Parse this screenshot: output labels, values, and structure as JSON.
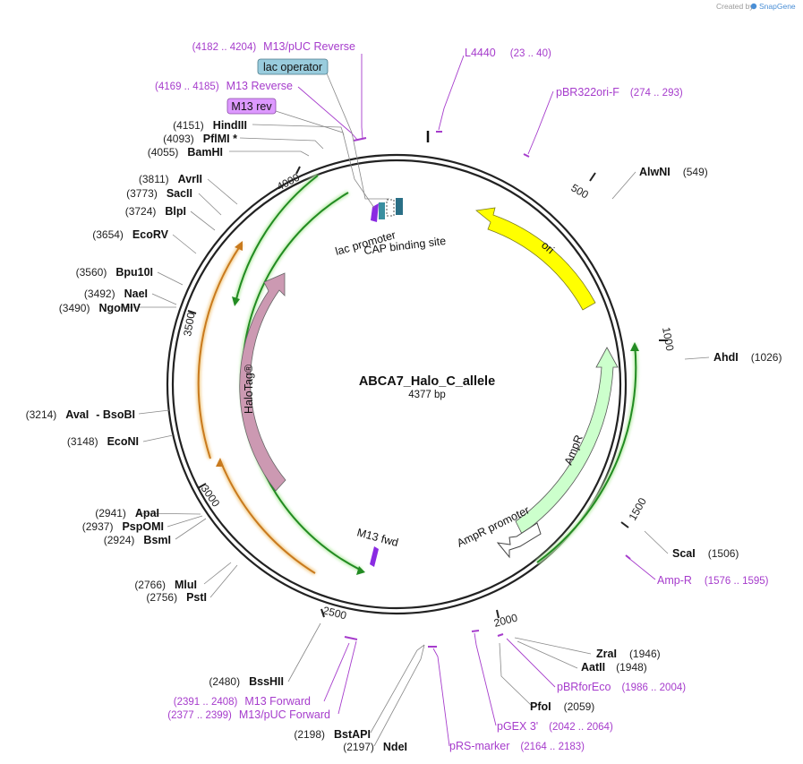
{
  "credit": {
    "prefix": "Created by",
    "brand": "SnapGene"
  },
  "plasmid": {
    "name": "ABCA7_Halo_C_allele",
    "length_label": "4377 bp"
  },
  "ticks": [
    "500",
    "1000",
    "1500",
    "2000",
    "2500",
    "3000",
    "3500",
    "4000"
  ],
  "features": {
    "ori": "ori",
    "ampr": "AmpR",
    "ampr_promoter": "AmpR promoter",
    "halotag": "HaloTag®",
    "lac_promoter": "lac promoter",
    "cap_site": "CAP binding site",
    "m13_fwd": "M13 fwd"
  },
  "boxed_labels": {
    "lac_operator": "lac operator",
    "m13_rev": "M13 rev"
  },
  "enzymes": [
    {
      "name": "AlwNI",
      "pos": "(549)"
    },
    {
      "name": "AhdI",
      "pos": "(1026)"
    },
    {
      "name": "ScaI",
      "pos": "(1506)"
    },
    {
      "name": "ZraI",
      "pos": "(1946)"
    },
    {
      "name": "AatII",
      "pos": "(1948)"
    },
    {
      "name": "PfoI",
      "pos": "(2059)"
    },
    {
      "name": "NdeI",
      "pos": "(2197)"
    },
    {
      "name": "BstAPI",
      "pos": "(2198)"
    },
    {
      "name": "BssHII",
      "pos": "(2480)"
    },
    {
      "name": "PstI",
      "pos": "(2756)"
    },
    {
      "name": "MluI",
      "pos": "(2766)"
    },
    {
      "name": "BsmI",
      "pos": "(2924)"
    },
    {
      "name": "PspOMI",
      "pos": "(2937)"
    },
    {
      "name": "ApaI",
      "pos": "(2941)"
    },
    {
      "name": "EcoNI",
      "pos": "(3148)"
    },
    {
      "name": "AvaI",
      "pos": "(3214)",
      "extra": "-  BsoBI"
    },
    {
      "name": "NgoMIV",
      "pos": "(3490)"
    },
    {
      "name": "NaeI",
      "pos": "(3492)"
    },
    {
      "name": "Bpu10I",
      "pos": "(3560)"
    },
    {
      "name": "EcoRV",
      "pos": "(3654)"
    },
    {
      "name": "BlpI",
      "pos": "(3724)"
    },
    {
      "name": "SacII",
      "pos": "(3773)"
    },
    {
      "name": "AvrII",
      "pos": "(3811)"
    },
    {
      "name": "BamHI",
      "pos": "(4055)"
    },
    {
      "name": "PflMI *",
      "pos": "(4093)"
    },
    {
      "name": "HindIII",
      "pos": "(4151)"
    }
  ],
  "primers": [
    {
      "name": "L4440",
      "range": "(23 .. 40)"
    },
    {
      "name": "pBR322ori-F",
      "range": "(274 .. 293)"
    },
    {
      "name": "Amp-R",
      "range": "(1576 .. 1595)"
    },
    {
      "name": "pBRforEco",
      "range": "(1986 .. 2004)"
    },
    {
      "name": "pGEX 3'",
      "range": "(2042 .. 2064)"
    },
    {
      "name": "pRS-marker",
      "range": "(2164 .. 2183)"
    },
    {
      "name": "M13/pUC Forward",
      "range": "(2377 .. 2399)"
    },
    {
      "name": "M13 Forward",
      "range": "(2391 .. 2408)"
    },
    {
      "name": "M13 Reverse",
      "range": "(4169 .. 4185)"
    },
    {
      "name": "M13/pUC Reverse",
      "range": "(4182 .. 4204)"
    }
  ],
  "colors": {
    "ori": "#ffff00",
    "ampr": "#ccffcc",
    "halotag": "#cc99b2",
    "lac_operator": "#99ccdd",
    "m13_rev": "#dd99ff",
    "primer": "#a63ccc",
    "orf_green": "#228b22",
    "orf_orange": "#c97a1e"
  }
}
